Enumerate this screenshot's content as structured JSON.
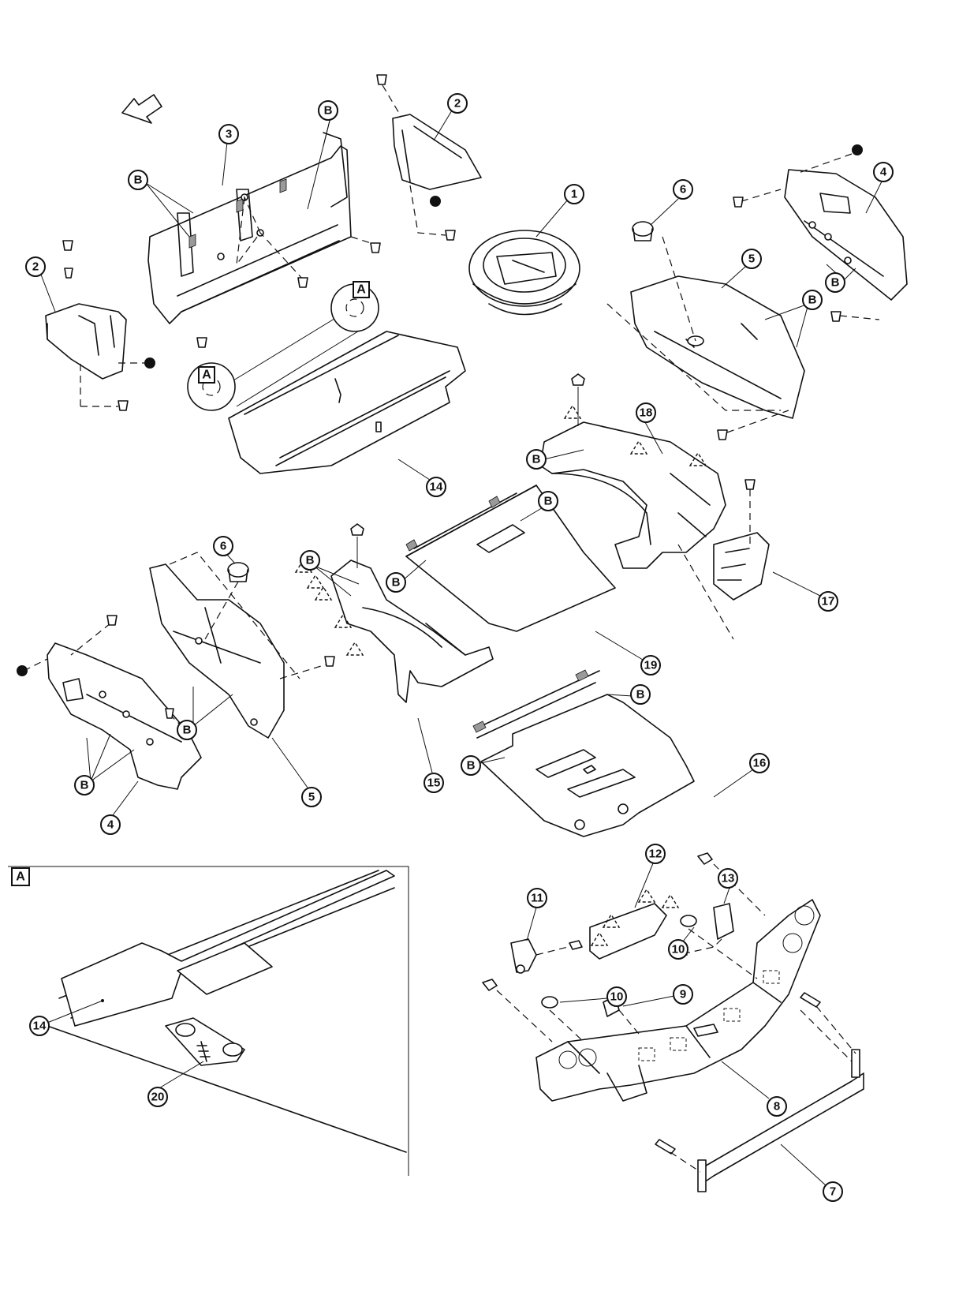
{
  "callouts": {
    "c1": "1",
    "c2a": "2",
    "c2b": "2",
    "c3": "3",
    "c4a": "4",
    "c4b": "4",
    "c5a": "5",
    "c5b": "5",
    "c6a": "6",
    "c6b": "6",
    "c7": "7",
    "c8": "8",
    "c9": "9",
    "c10a": "10",
    "c10b": "10",
    "c11": "11",
    "c12": "12",
    "c13": "13",
    "c14a": "14",
    "c14b": "14",
    "c15": "15",
    "c16": "16",
    "c17": "17",
    "c18": "18",
    "c19": "19",
    "c20": "20"
  },
  "letters": {
    "b": "B"
  },
  "tags": {
    "a1": "A",
    "a2": "A",
    "detail": "A"
  }
}
